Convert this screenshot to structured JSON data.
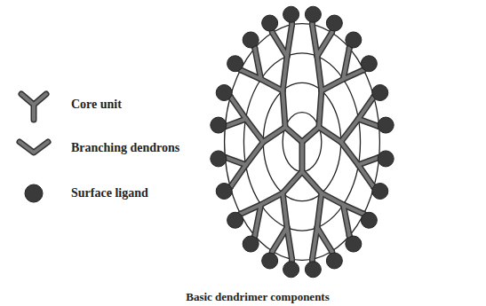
{
  "diagram": {
    "caption": "Basic dendrimer components",
    "legend": [
      {
        "text": "Core unit"
      },
      {
        "text": "Branching dendrons"
      },
      {
        "text": "Surface ligand"
      }
    ]
  }
}
